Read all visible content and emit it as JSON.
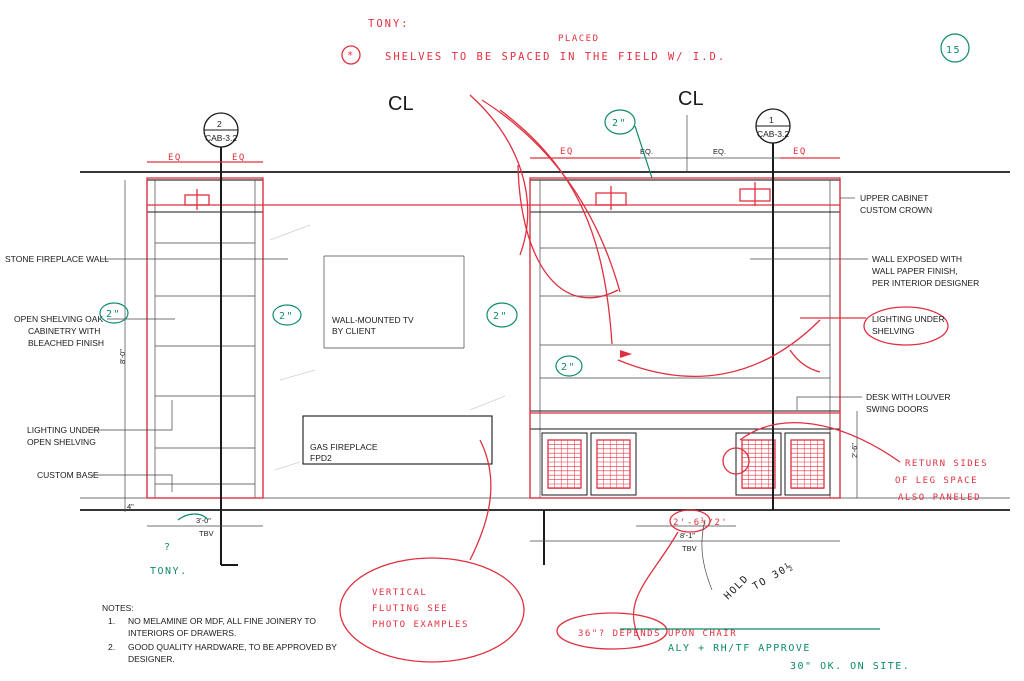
{
  "colors": {
    "ink": "#1a1a1a",
    "redline": "#e0303f",
    "greenline": "#0d8a6a"
  },
  "page_number": "15",
  "markups": {
    "top_note_name": "TONY:",
    "top_note_insert": "PLACED",
    "top_note_symbol": "*",
    "top_note": "SHELVES TO BE SPACED IN THE FIELD W/ I.D.",
    "eq_left": "EQ",
    "eq_left2": "EQ",
    "eq_right_a": "EQ",
    "eq_right_b": "EQ",
    "dim_2_top": "2\"",
    "dim_2_left_a": "2\"",
    "dim_2_left_b": "2\"",
    "dim_2_right_a": "2\"",
    "dim_2_right_b": "2\"",
    "question_left": "?",
    "tony_bottom": "TONY.",
    "return_sides": [
      "RETURN SIDES",
      "OF LEG SPACE",
      "ALSO PANELED"
    ],
    "fluting": [
      "VERTICAL",
      "FLUTING SEE",
      "PHOTO EXAMPLES"
    ],
    "hold": [
      "HOLD",
      "TO 30½"
    ],
    "depends": "36\"? DEPENDS UPON CHAIR",
    "approve": "ALY + RH/TF APPROVE",
    "on_site": "30\" OK. ON SITE.",
    "desk_dim_markup": "2'-6½/2'"
  },
  "drawing": {
    "centerline_left": "CL",
    "centerline_right": "CL",
    "section_left": {
      "number": "2",
      "ref": "CAB-3.2"
    },
    "section_right": {
      "number": "1",
      "ref": "CAB-3.2"
    },
    "eq_top_a": "EQ.",
    "eq_top_b": "EQ.",
    "dim_height": "8'-0\"",
    "dim_base": "4\"",
    "dim_width_left": "3'-0\"",
    "dim_width_left_sub": "TBV",
    "dim_width_right": "8'-1\"",
    "dim_width_right_sub": "TBV",
    "dim_desk": "2'-6\"",
    "tv_label": [
      "WALL-MOUNTED TV",
      "BY CLIENT"
    ],
    "fireplace_label": [
      "GAS FIREPLACE",
      "FPD2"
    ]
  },
  "callouts_left": [
    {
      "text": [
        "STONE FIREPLACE WALL"
      ]
    },
    {
      "text": [
        "OPEN SHELVING OAK",
        "CABINETRY WITH",
        "BLEACHED FINISH"
      ]
    },
    {
      "text": [
        "LIGHTING UNDER",
        "OPEN SHELVING"
      ]
    },
    {
      "text": [
        "CUSTOM BASE"
      ]
    }
  ],
  "callouts_right": [
    {
      "text": [
        "UPPER CABINET",
        "CUSTOM CROWN"
      ]
    },
    {
      "text": [
        "WALL EXPOSED WITH",
        "WALL PAPER FINISH,",
        "PER INTERIOR DESIGNER"
      ]
    },
    {
      "text": [
        "LIGHTING UNDER",
        "SHELVING"
      ]
    },
    {
      "text": [
        "DESK WITH LOUVER",
        "SWING DOORS"
      ]
    }
  ],
  "notes": {
    "heading": "NOTES:",
    "items": [
      {
        "num": "1.",
        "lines": [
          "NO MELAMINE OR MDF, ALL FINE JOINERY TO",
          "INTERIORS OF DRAWERS."
        ]
      },
      {
        "num": "2.",
        "lines": [
          "GOOD QUALITY HARDWARE, TO BE APPROVED BY",
          "DESIGNER."
        ]
      }
    ]
  }
}
